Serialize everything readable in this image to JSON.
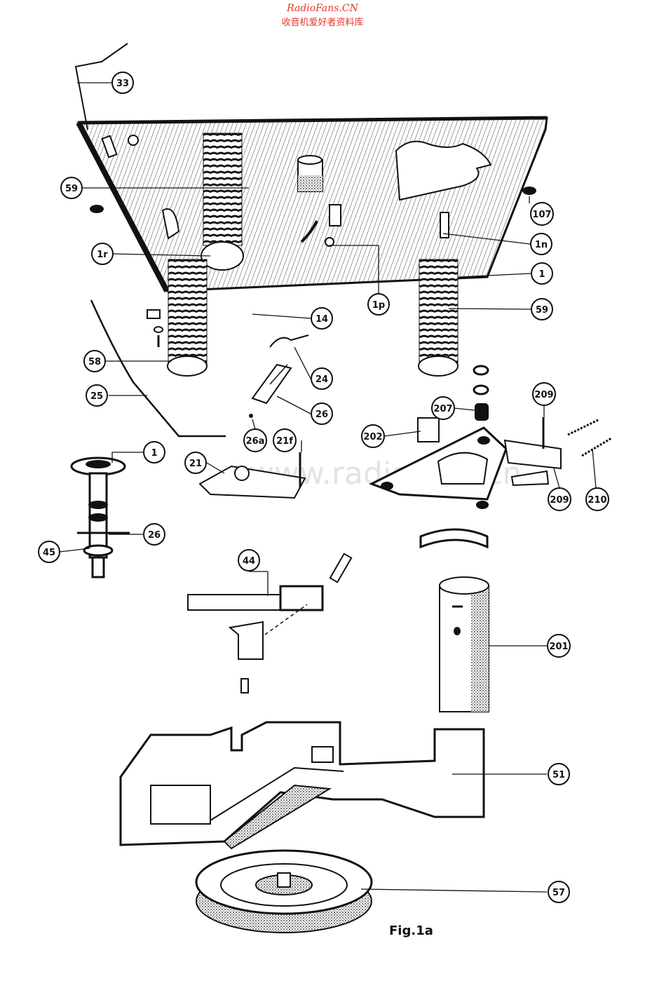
{
  "header": {
    "site": "RadioFans.CN",
    "subtitle": "收音机爱好者资料库"
  },
  "watermark": "www.radiofans.cn",
  "figure_label": "Fig.1a",
  "callouts": [
    {
      "id": "c33",
      "label": "33"
    },
    {
      "id": "c59a",
      "label": "59"
    },
    {
      "id": "c107",
      "label": "107"
    },
    {
      "id": "c1n",
      "label": "1n"
    },
    {
      "id": "c1r",
      "label": "1r"
    },
    {
      "id": "c1a",
      "label": "1"
    },
    {
      "id": "c1p",
      "label": "1p"
    },
    {
      "id": "c59b",
      "label": "59"
    },
    {
      "id": "c14",
      "label": "14"
    },
    {
      "id": "c58",
      "label": "58"
    },
    {
      "id": "c24",
      "label": "24"
    },
    {
      "id": "c25",
      "label": "25"
    },
    {
      "id": "c26a",
      "label": "26"
    },
    {
      "id": "c26a2",
      "label": "26a"
    },
    {
      "id": "c21f",
      "label": "21f"
    },
    {
      "id": "c21",
      "label": "21"
    },
    {
      "id": "c209",
      "label": "209"
    },
    {
      "id": "c207",
      "label": "207"
    },
    {
      "id": "c202",
      "label": "202"
    },
    {
      "id": "c209b",
      "label": "209"
    },
    {
      "id": "c210",
      "label": "210"
    },
    {
      "id": "c1b",
      "label": "1"
    },
    {
      "id": "c26b",
      "label": "26"
    },
    {
      "id": "c45",
      "label": "45"
    },
    {
      "id": "c44",
      "label": "44"
    },
    {
      "id": "c201",
      "label": "201"
    },
    {
      "id": "c51",
      "label": "51"
    },
    {
      "id": "c57",
      "label": "57"
    }
  ]
}
